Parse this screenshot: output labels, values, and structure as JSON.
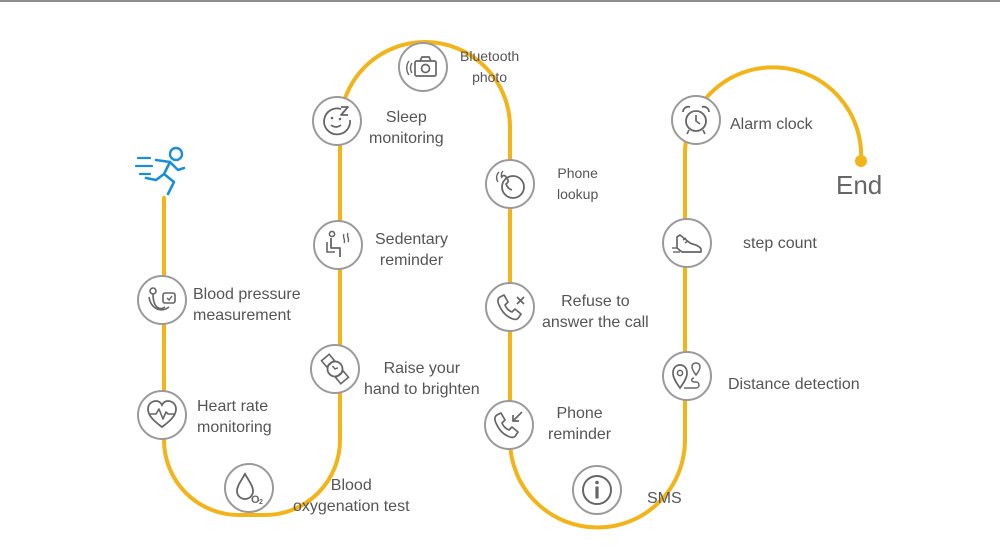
{
  "diagram": {
    "end_label": "End",
    "steps": [
      {
        "id": "blood-pressure",
        "label": "Blood pressure\nmeasurement",
        "icon": "blood-pressure-icon"
      },
      {
        "id": "heart-rate",
        "label": "Heart rate\nmonitoring",
        "icon": "heart-rate-icon"
      },
      {
        "id": "blood-oxygen",
        "label": "Blood\noxygenation test",
        "icon": "blood-oxygen-icon"
      },
      {
        "id": "raise-hand",
        "label": "Raise your\nhand to brighten",
        "icon": "watch-icon"
      },
      {
        "id": "sedentary",
        "label": "Sedentary\nreminder",
        "icon": "sedentary-icon"
      },
      {
        "id": "sleep",
        "label": "Sleep\nmonitoring",
        "icon": "sleep-icon"
      },
      {
        "id": "bluetooth-photo",
        "label": "Bluetooth\nphoto",
        "icon": "camera-icon"
      },
      {
        "id": "phone-lookup",
        "label": "Phone\nlookup",
        "icon": "phone-lookup-icon"
      },
      {
        "id": "refuse-call",
        "label": "Refuse to\nanswer the call",
        "icon": "reject-call-icon"
      },
      {
        "id": "phone-reminder",
        "label": "Phone\nreminder",
        "icon": "incoming-call-icon"
      },
      {
        "id": "sms",
        "label": "SMS",
        "icon": "info-icon"
      },
      {
        "id": "distance",
        "label": "Distance detection",
        "icon": "location-icon"
      },
      {
        "id": "step-count",
        "label": "step count",
        "icon": "shoe-icon"
      },
      {
        "id": "alarm",
        "label": "Alarm clock",
        "icon": "alarm-clock-icon"
      }
    ],
    "colors": {
      "path": "#F2B418",
      "icon_gray": "#666666",
      "circle_border": "#9A9A9A",
      "runner_blue": "#1A8FD6"
    }
  }
}
